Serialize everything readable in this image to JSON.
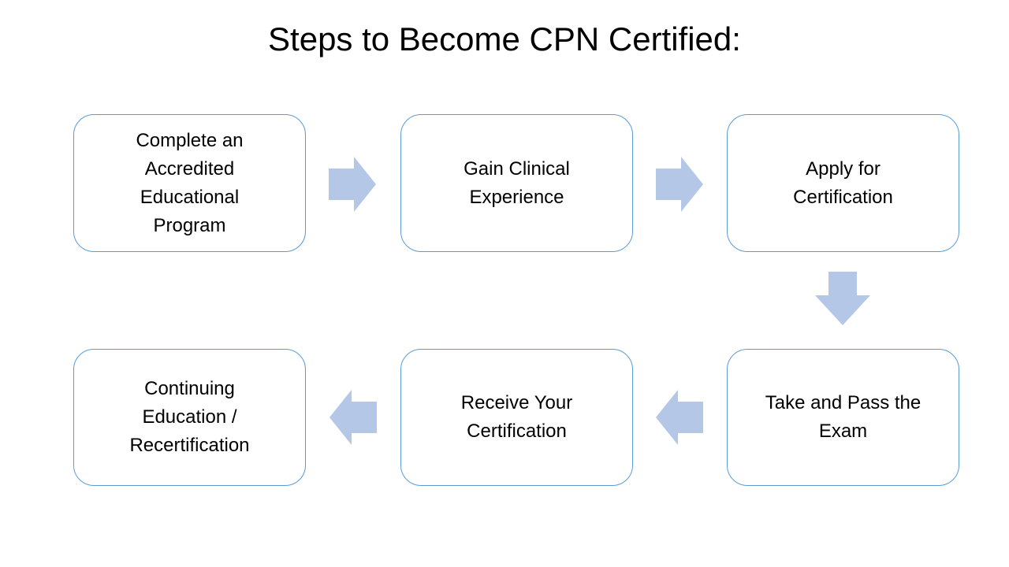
{
  "slide": {
    "title": "Steps to Become CPN Certified:"
  },
  "flowchart": {
    "steps": [
      {
        "id": 1,
        "label": "Complete an Accredited Educational Program",
        "row": 1,
        "col": 1
      },
      {
        "id": 2,
        "label": "Gain Clinical Experience",
        "row": 1,
        "col": 2
      },
      {
        "id": 3,
        "label": "Apply for Certification",
        "row": 1,
        "col": 3
      },
      {
        "id": 4,
        "label": "Take and Pass the Exam",
        "row": 2,
        "col": 3
      },
      {
        "id": 5,
        "label": "Receive Your Certification",
        "row": 2,
        "col": 2
      },
      {
        "id": 6,
        "label": "Continuing Education / Recertification",
        "row": 2,
        "col": 1
      }
    ],
    "connections": [
      {
        "from": 1,
        "to": 2,
        "direction": "right"
      },
      {
        "from": 2,
        "to": 3,
        "direction": "right"
      },
      {
        "from": 3,
        "to": 4,
        "direction": "down"
      },
      {
        "from": 4,
        "to": 5,
        "direction": "left"
      },
      {
        "from": 5,
        "to": 6,
        "direction": "left"
      }
    ]
  },
  "colors": {
    "background": "#FFFFFF",
    "box_fill": "#FFFFFF",
    "box_border": "#5B9BD5",
    "arrow_fill": "#B4C7E7",
    "text": "#000000"
  }
}
